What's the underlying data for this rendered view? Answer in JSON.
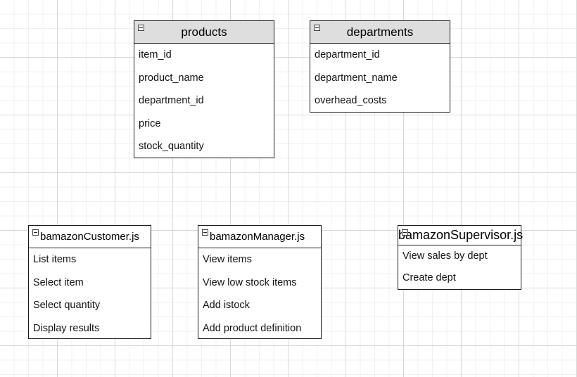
{
  "entities": {
    "products": {
      "title": "products",
      "fields": [
        "item_id",
        "product_name",
        "department_id",
        "price",
        "stock_quantity"
      ]
    },
    "departments": {
      "title": "departments",
      "fields": [
        "department_id",
        "department_name",
        "overhead_costs"
      ]
    },
    "customer": {
      "title": "bamazonCustomer.js",
      "fields": [
        "List items",
        "Select item",
        "Select quantity",
        "Display results"
      ]
    },
    "manager": {
      "title": "bamazonManager.js",
      "fields": [
        "View items",
        "View low stock items",
        "Add istock",
        "Add product definition"
      ]
    },
    "supervisor": {
      "title": "bamazonSupervisor.js",
      "fields": [
        "View sales by dept",
        "Create dept"
      ]
    }
  },
  "colors": {
    "header_fill": "#dedede",
    "border": "#1a1a1a",
    "grid_major": "#d8d8d8",
    "grid_minor": "#f0f0f0"
  },
  "icons": [
    "collapse-icon"
  ]
}
